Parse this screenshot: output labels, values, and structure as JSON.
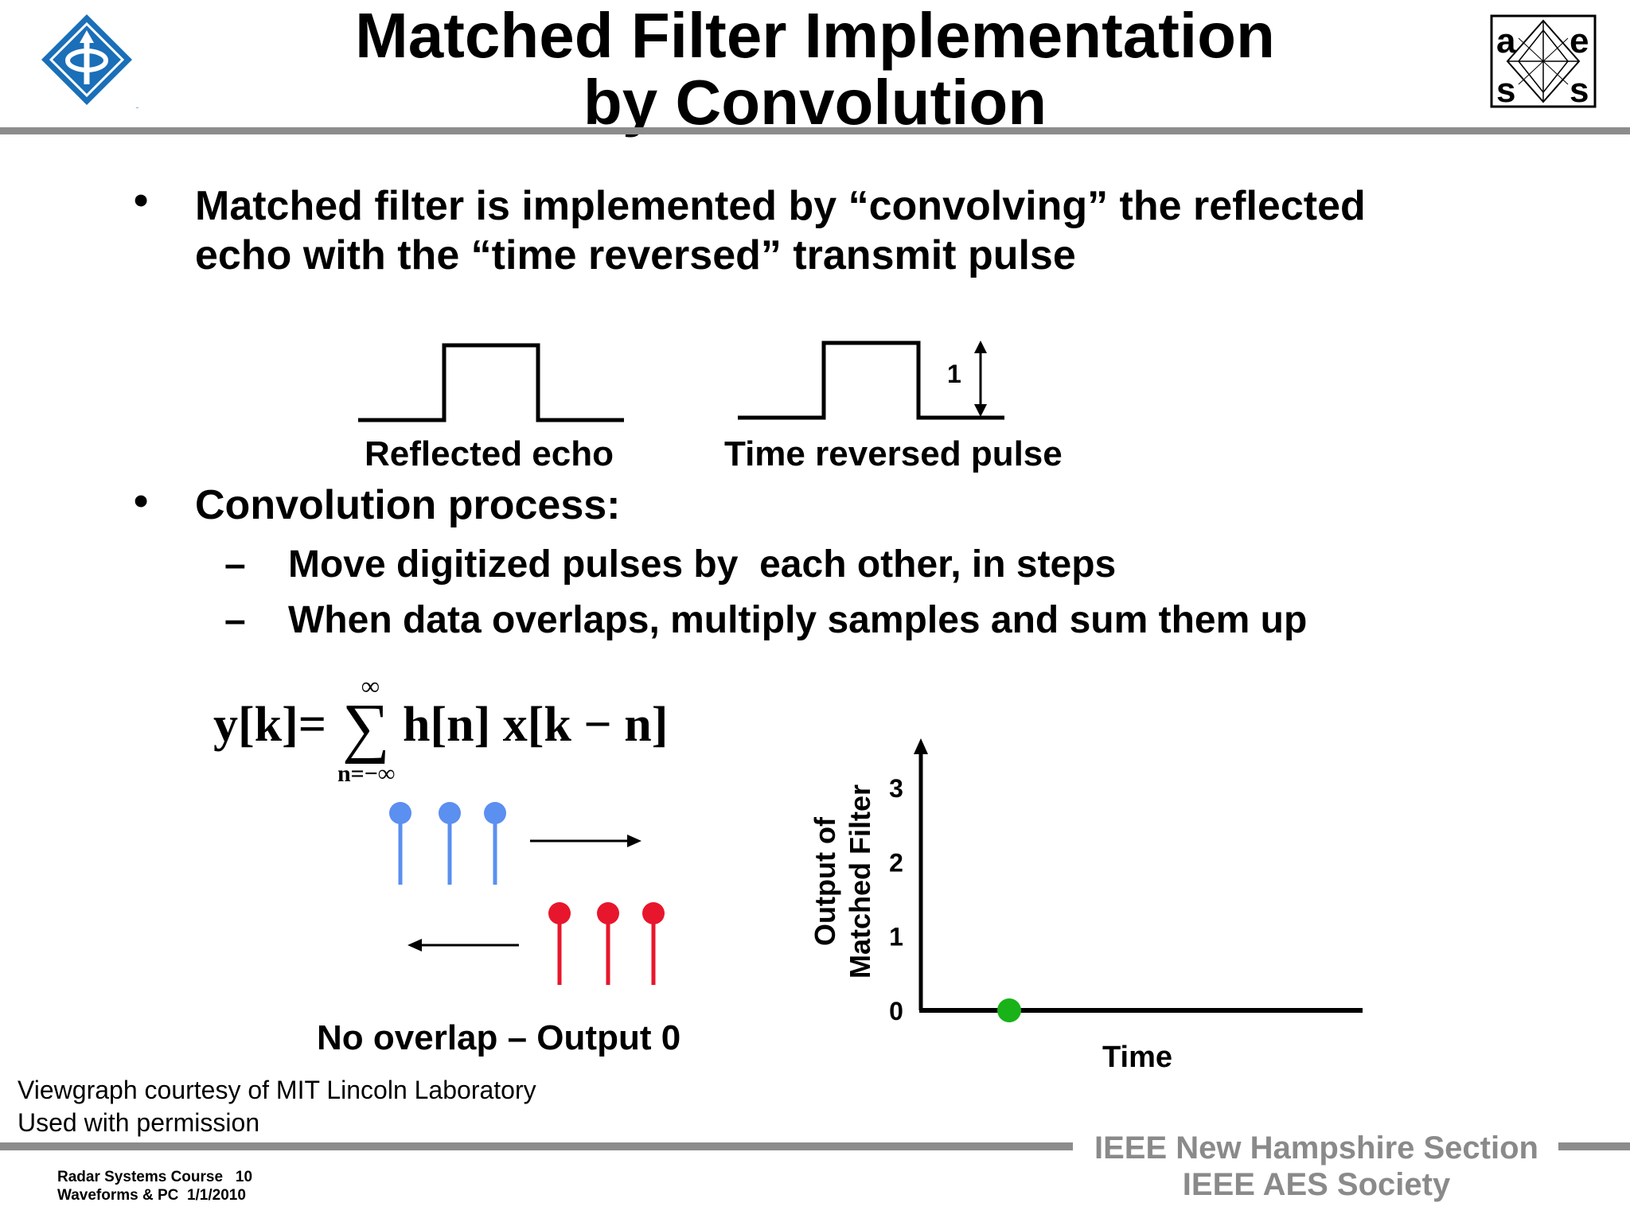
{
  "title": {
    "line1": "Matched Filter Implementation",
    "line2": "by Convolution"
  },
  "bullets": [
    {
      "line1": "Matched filter is implemented by “convolving” the reflected",
      "line2": "echo with the “time reversed” transmit pulse"
    },
    {
      "text": "Convolution process:"
    }
  ],
  "sub_bullets": [
    "Move digitized pulses by  each other, in steps",
    "When data overlaps, multiply samples and sum them up"
  ],
  "pulse_labels": {
    "reflected": "Reflected echo",
    "reversed": "Time reversed pulse",
    "amplitude": "1"
  },
  "formula": {
    "lhs": "y[k]=",
    "sigma": "∑",
    "upper": "∞",
    "lower": "n=−∞",
    "rhs": "h[n] x[k − n]"
  },
  "caption": "No overlap – Output 0",
  "chart_data": {
    "type": "scatter",
    "ylabel": "Output of Matched Filter",
    "ylabel_lines": [
      "Output of",
      "Matched Filter"
    ],
    "xlabel": "Time",
    "y_ticks": [
      "0",
      "1",
      "2",
      "3"
    ],
    "ylim": [
      0,
      3.5
    ],
    "xlim": [
      0,
      10
    ],
    "points": [
      {
        "x": 2,
        "y": 0
      }
    ],
    "point_color": "#19b219"
  },
  "colors": {
    "blue_samples": "#5b8ff0",
    "red_samples": "#e8162c",
    "rule": "#8c8c8c",
    "footer_text": "#8a8a8a"
  },
  "courtesy": {
    "line1": "Viewgraph courtesy of MIT Lincoln Laboratory",
    "line2": "Used with permission"
  },
  "footer": {
    "course": "Radar Systems Course",
    "page": "10",
    "topic": "Waveforms & PC",
    "date": "1/1/2010",
    "org1": "IEEE New Hampshire Section",
    "org2": "IEEE AES Society"
  },
  "logos": {
    "left": "ieee-logo-icon",
    "right_letters": [
      "a",
      "e",
      "s",
      "s"
    ]
  }
}
